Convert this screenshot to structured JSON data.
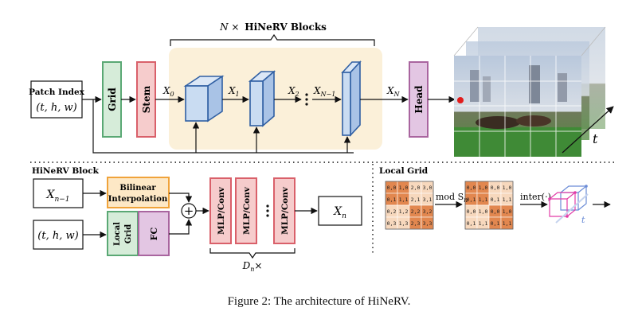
{
  "caption": "Figure 2: The architecture of HiNeRV.",
  "top": {
    "patch_index_label": "Patch Index",
    "patch_index_coords": "(t, h, w)",
    "grid_label": "Grid",
    "stem_label": "Stem",
    "head_label": "Head",
    "blocks_title_prefix": "N ×",
    "blocks_title_bold": "HiNeRV Blocks",
    "x0": "X",
    "x0_sub": "0",
    "x1": "X",
    "x1_sub": "1",
    "x2": "X",
    "x2_sub": "2",
    "xn1": "X",
    "xn1_sub": "N−1",
    "xn": "X",
    "xn_sub": "N",
    "t_label": "t"
  },
  "block": {
    "section_title": "HiNeRV Block",
    "input_x": "X",
    "input_x_sub": "n−1",
    "input_coords": "(t, h, w)",
    "bilinear_line1": "Bilinear",
    "bilinear_line2": "Interpolation",
    "local_grid_line1": "Local",
    "local_grid_line2": "Grid",
    "fc_label": "FC",
    "plus": "+",
    "mlp1": "MLP/Conv",
    "mlp2": "MLP/Conv",
    "mlp3": "MLP/Conv",
    "repeat_label": "D",
    "repeat_sub": "n",
    "repeat_times": "×",
    "output_x": "X",
    "output_x_sub": "n"
  },
  "local_grid": {
    "section_title": "Local Grid",
    "mod_label": "mod S",
    "mod_sub": "n",
    "inter_label": "inter(·)",
    "t_label": "t",
    "grid_a": [
      [
        "0,0",
        "1,0",
        "2,0",
        "3,0"
      ],
      [
        "0,1",
        "1,1",
        "2,1",
        "3,1"
      ],
      [
        "0,2",
        "1,2",
        "2,2",
        "3,2"
      ],
      [
        "0,3",
        "1,3",
        "2,3",
        "3,3"
      ]
    ],
    "grid_b": [
      [
        "0,0",
        "1,0",
        "0,0",
        "1,0"
      ],
      [
        "0,1",
        "1,1",
        "0,1",
        "1,1"
      ],
      [
        "0,0",
        "1,0",
        "0,0",
        "1,0"
      ],
      [
        "0,1",
        "1,1",
        "0,1",
        "1,1"
      ]
    ]
  },
  "colors": {
    "grid_fill": "#d6ecd9",
    "grid_stroke": "#5aa874",
    "stem_fill": "#f6cccc",
    "stem_stroke": "#d9606a",
    "head_fill": "#e3c6e3",
    "head_stroke": "#a9659f",
    "block_bg": "#fbf0d9",
    "cube_fill": "#c9dcf2",
    "cube_stroke": "#2f5fa3",
    "bilinear_fill": "#fde8c6",
    "bilinear_stroke": "#f0a33a",
    "cell_dark": "#e2874f",
    "cell_light": "#f7d8bd"
  }
}
